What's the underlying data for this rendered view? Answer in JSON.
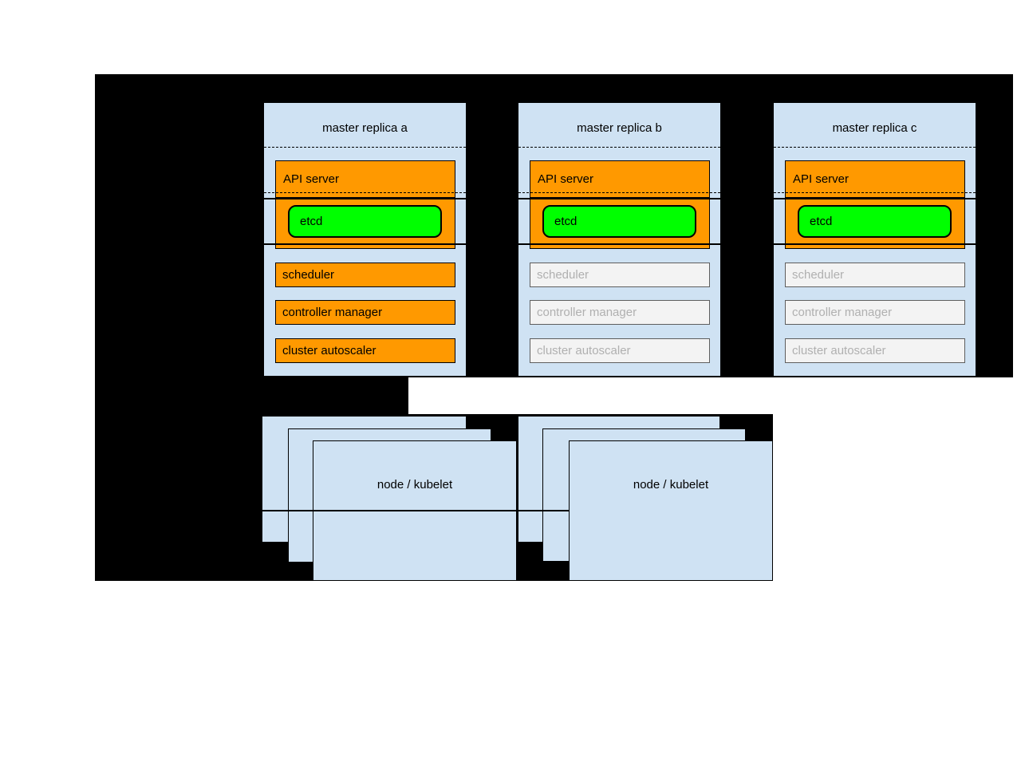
{
  "colors": {
    "background_black": "#000000",
    "page_white": "#ffffff",
    "box_blue": "#cfe2f3",
    "active_orange": "#ff9900",
    "etcd_green": "#00ff00",
    "inactive_fill": "#f3f3f3",
    "inactive_border": "#5e5e5e",
    "inactive_text": "#b0b0b0"
  },
  "replicas": [
    {
      "title": "master replica a",
      "state": "active",
      "api_server": "API server",
      "etcd": "etcd",
      "scheduler": "scheduler",
      "controller_manager": "controller manager",
      "cluster_autoscaler": "cluster autoscaler"
    },
    {
      "title": "master replica b",
      "state": "inactive",
      "api_server": "API server",
      "etcd": "etcd",
      "scheduler": "scheduler",
      "controller_manager": "controller manager",
      "cluster_autoscaler": "cluster autoscaler"
    },
    {
      "title": "master replica c",
      "state": "inactive",
      "api_server": "API server",
      "etcd": "etcd",
      "scheduler": "scheduler",
      "controller_manager": "controller manager",
      "cluster_autoscaler": "cluster autoscaler"
    }
  ],
  "node_stacks": [
    {
      "label": "node / kubelet"
    },
    {
      "label": "node / kubelet"
    }
  ]
}
